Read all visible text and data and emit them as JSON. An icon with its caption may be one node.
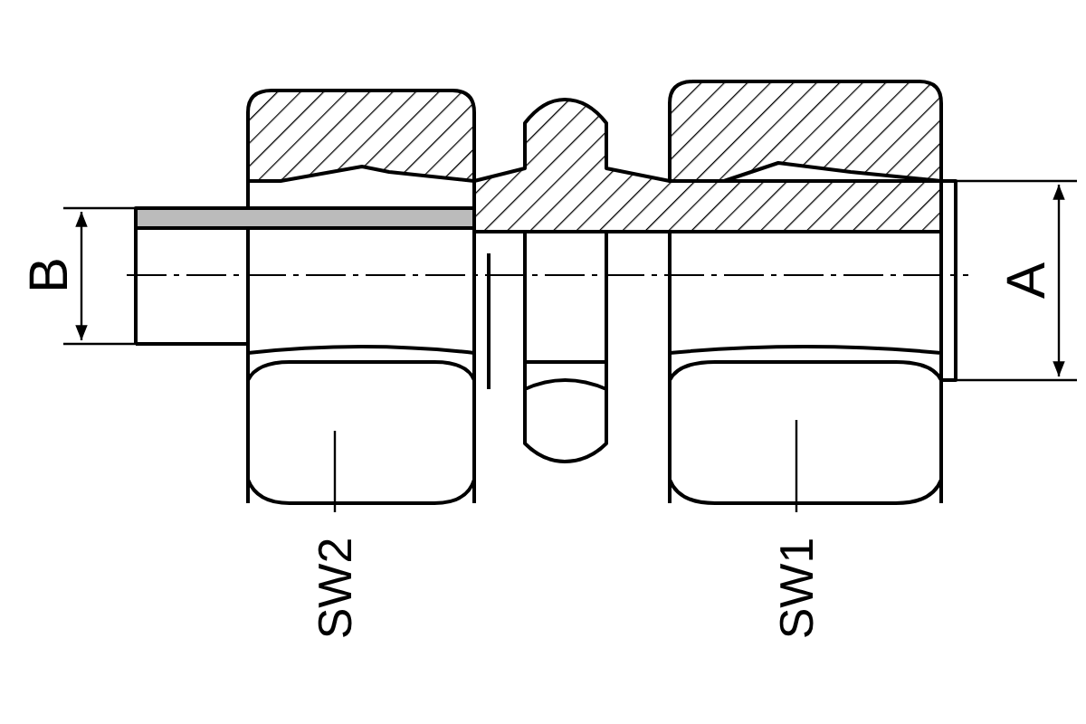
{
  "diagram": {
    "nodes": [
      {
        "text": [
          "SW2"
        ]
      },
      {
        "text": [
          "SW1"
        ]
      }
    ],
    "edges": [
      {
        "from": 0,
        "to": null,
        "arrow": "none"
      },
      {
        "from": 1,
        "to": null,
        "arrow": "none"
      }
    ],
    "labels": [
      "B",
      "A"
    ]
  }
}
